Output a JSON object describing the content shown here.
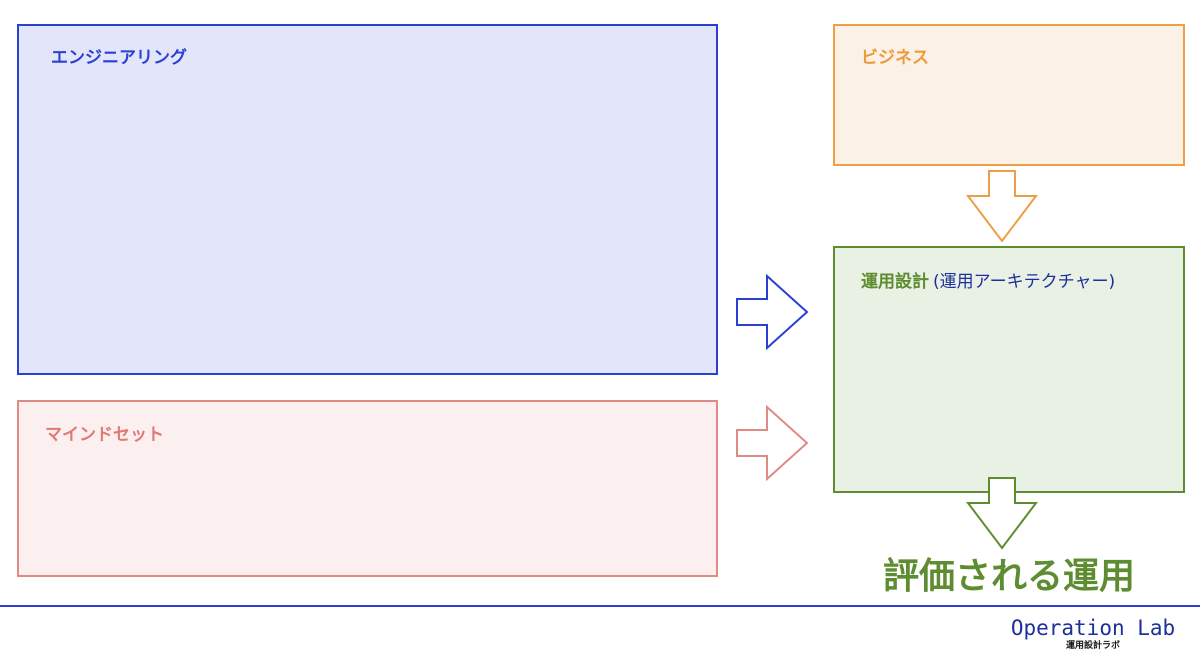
{
  "boxes": {
    "engineering": {
      "label": "エンジニアリング"
    },
    "mindset": {
      "label": "マインドセット"
    },
    "business": {
      "label": "ビジネス"
    },
    "operations": {
      "label": "運用設計",
      "sublabel": "(運用アーキテクチャー)"
    }
  },
  "result": "評価される運用",
  "footer": {
    "brand": "Operation Lab",
    "tagline": "運用設計ラボ"
  },
  "colors": {
    "engineering": "#2a3fd4",
    "mindset": "#e08a86",
    "business": "#ec9f45",
    "operations": "#5e8c31"
  }
}
